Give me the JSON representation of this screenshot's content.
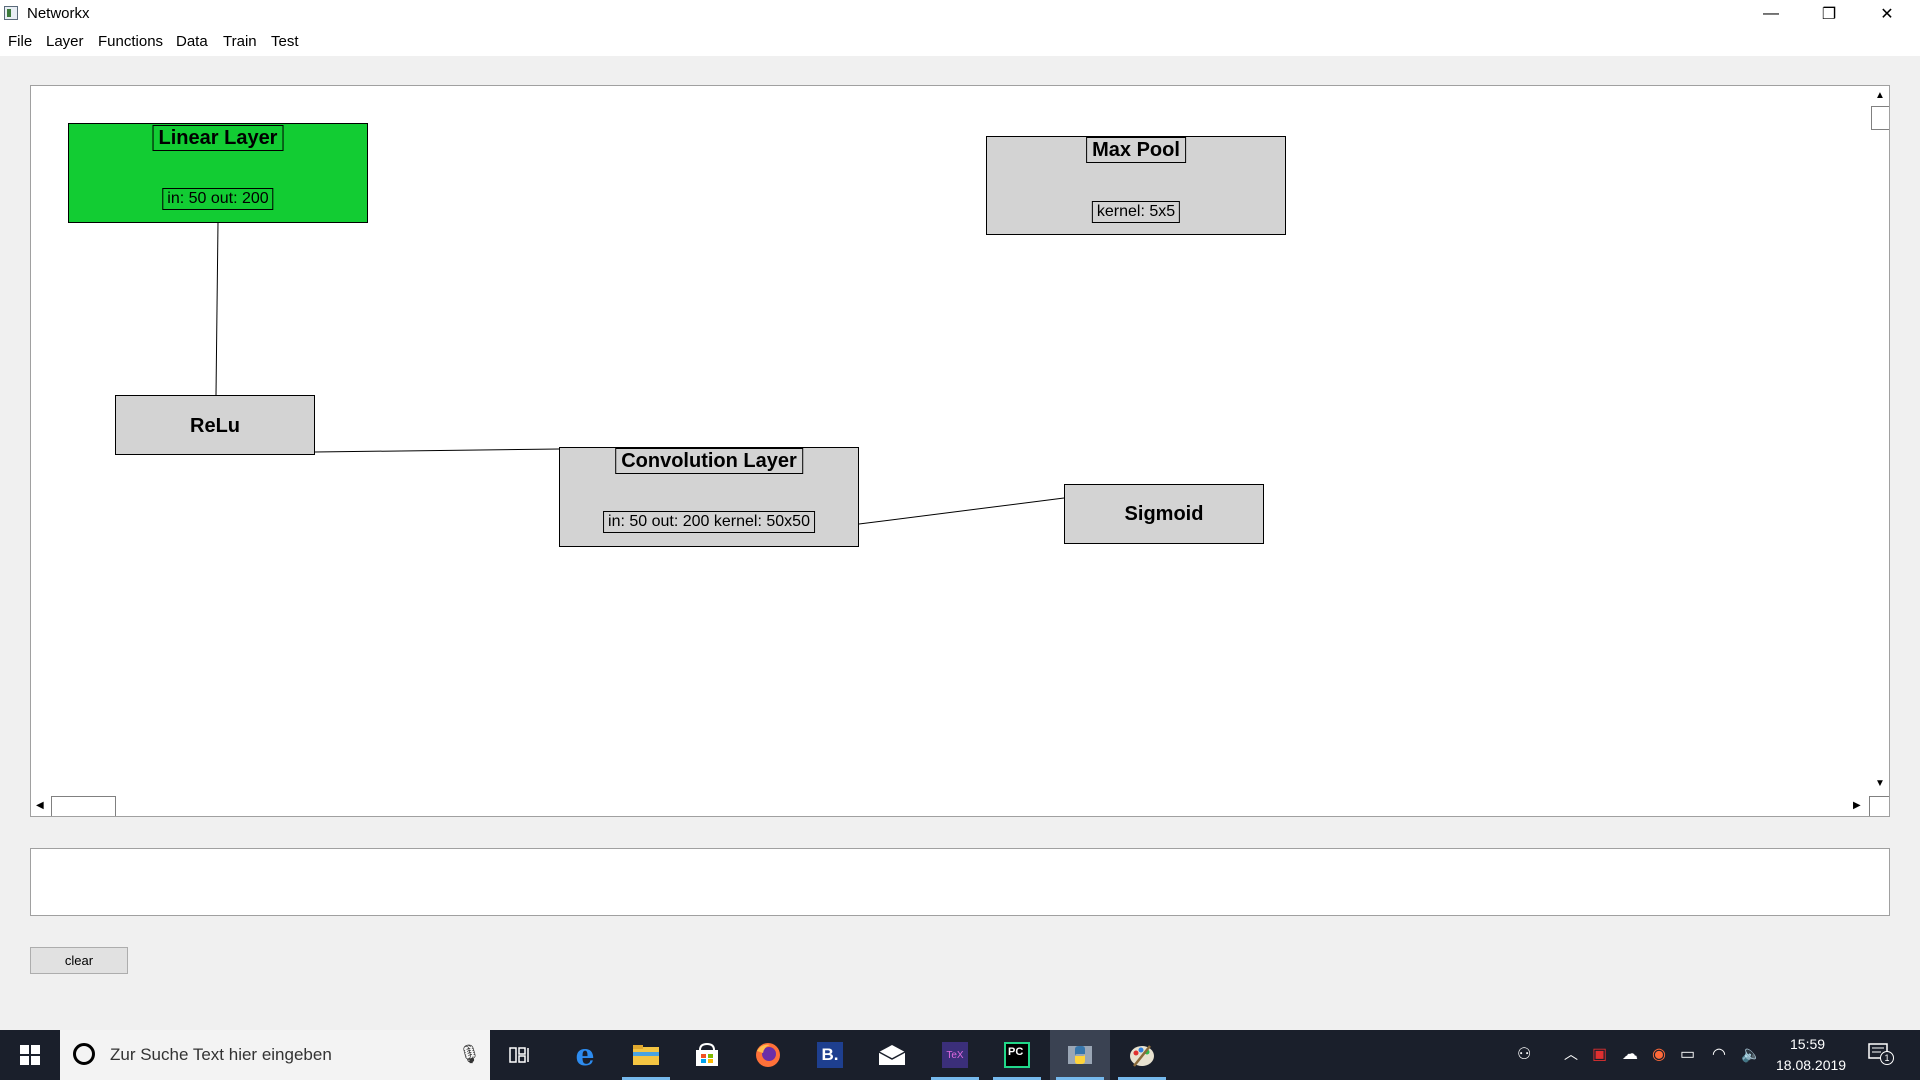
{
  "window": {
    "title": "Networkx",
    "minimize": "—",
    "restore": "❐",
    "close": "✕"
  },
  "menu": [
    "File",
    "Layer",
    "Functions",
    "Data",
    "Train",
    "Test"
  ],
  "nodes": {
    "linear": {
      "title": "Linear Layer",
      "info": "in: 50 out: 200",
      "color": "#12cc33"
    },
    "maxpool": {
      "title": "Max Pool",
      "info": "kernel: 5x5"
    },
    "relu": {
      "title": "ReLu"
    },
    "conv": {
      "title": "Convolution Layer",
      "info": "in: 50 out: 200 kernel: 50x50"
    },
    "sigmoid": {
      "title": "Sigmoid"
    }
  },
  "scrollbars": {
    "up": "▲",
    "down": "▼",
    "left": "◀",
    "right": "▶"
  },
  "buttons": {
    "clear": "clear"
  },
  "taskbar": {
    "search_placeholder": "Zur Suche Text hier eingeben",
    "clock_time": "15:59",
    "clock_date": "18.08.2019",
    "notification_count": "1",
    "apps": [
      "task-view",
      "edge",
      "file-explorer",
      "store",
      "firefox",
      "b-app",
      "mail",
      "texstudio",
      "pycharm",
      "python",
      "paint"
    ]
  }
}
